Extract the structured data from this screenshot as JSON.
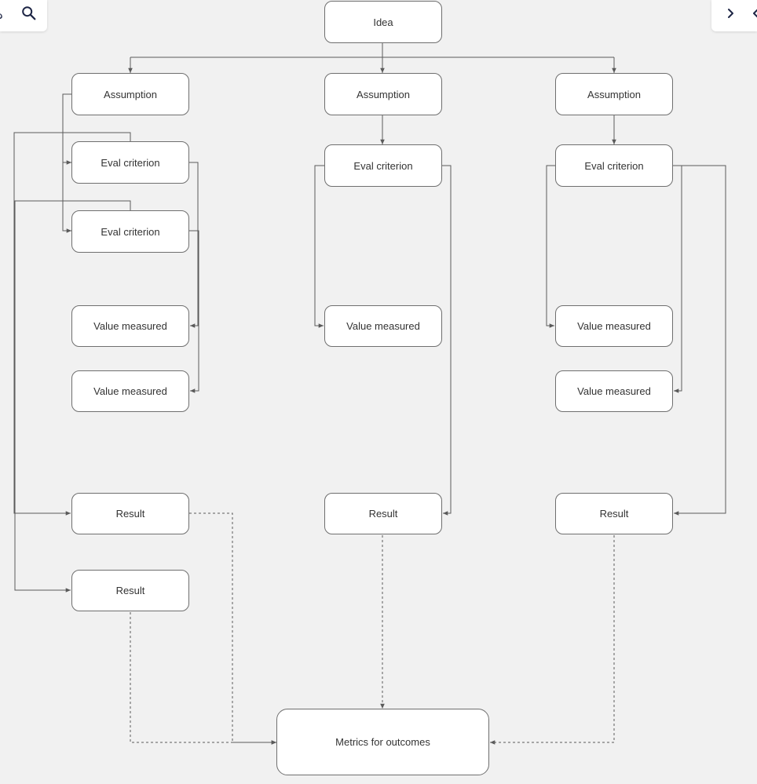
{
  "toolbar": {
    "left_icon": "search-icon",
    "right_icon": "chevron-right-icon",
    "right_partial_icon": "chevron-left-icon"
  },
  "colors": {
    "background": "#f1f1f1",
    "node_fill": "#ffffff",
    "node_border": "#6f6f6f",
    "edge": "#5a5a5a",
    "text": "#333333"
  },
  "diagram": {
    "idea": "Idea",
    "columns": [
      {
        "assumption": "Assumption",
        "criteria": [
          "Eval criterion",
          "Eval criterion"
        ],
        "values": [
          "Value measured",
          "Value measured"
        ],
        "results": [
          "Result",
          "Result"
        ]
      },
      {
        "assumption": "Assumption",
        "criteria": [
          "Eval criterion"
        ],
        "values": [
          "Value measured"
        ],
        "results": [
          "Result"
        ]
      },
      {
        "assumption": "Assumption",
        "criteria": [
          "Eval criterion"
        ],
        "values": [
          "Value measured",
          "Value measured"
        ],
        "results": [
          "Result"
        ]
      }
    ],
    "metrics": "Metrics for outcomes"
  }
}
